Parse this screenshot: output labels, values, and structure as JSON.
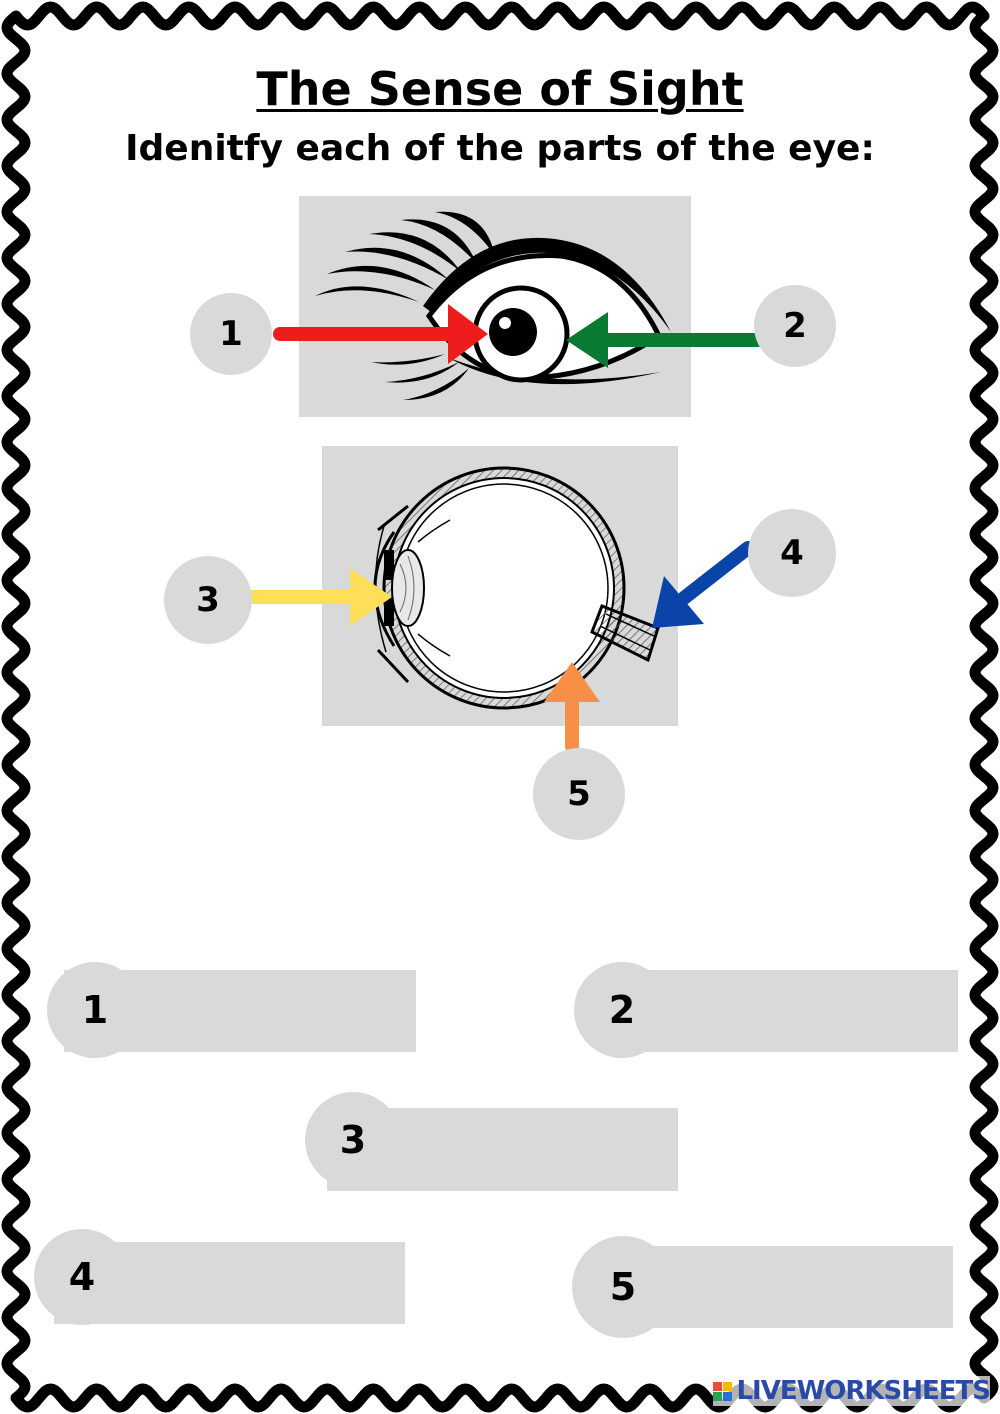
{
  "worksheet": {
    "title": "The Sense of Sight",
    "subtitle": "Idenitfy each of the parts of the eye:"
  },
  "figure_labels": [
    "1",
    "2",
    "3",
    "4",
    "5"
  ],
  "arrow_colors": {
    "1": "#ee1c1c",
    "2": "#0a7a32",
    "3": "#ffdf5a",
    "4": "#0b44a8",
    "5": "#f79046"
  },
  "answers": [
    {
      "number": "1",
      "value": ""
    },
    {
      "number": "2",
      "value": ""
    },
    {
      "number": "3",
      "value": ""
    },
    {
      "number": "4",
      "value": ""
    },
    {
      "number": "5",
      "value": ""
    }
  ],
  "watermark": "LIVEWORKSHEETS",
  "icons": [
    "eye-icon",
    "eyeball-cross-section-icon",
    "liveworksheets-logo-icon"
  ]
}
